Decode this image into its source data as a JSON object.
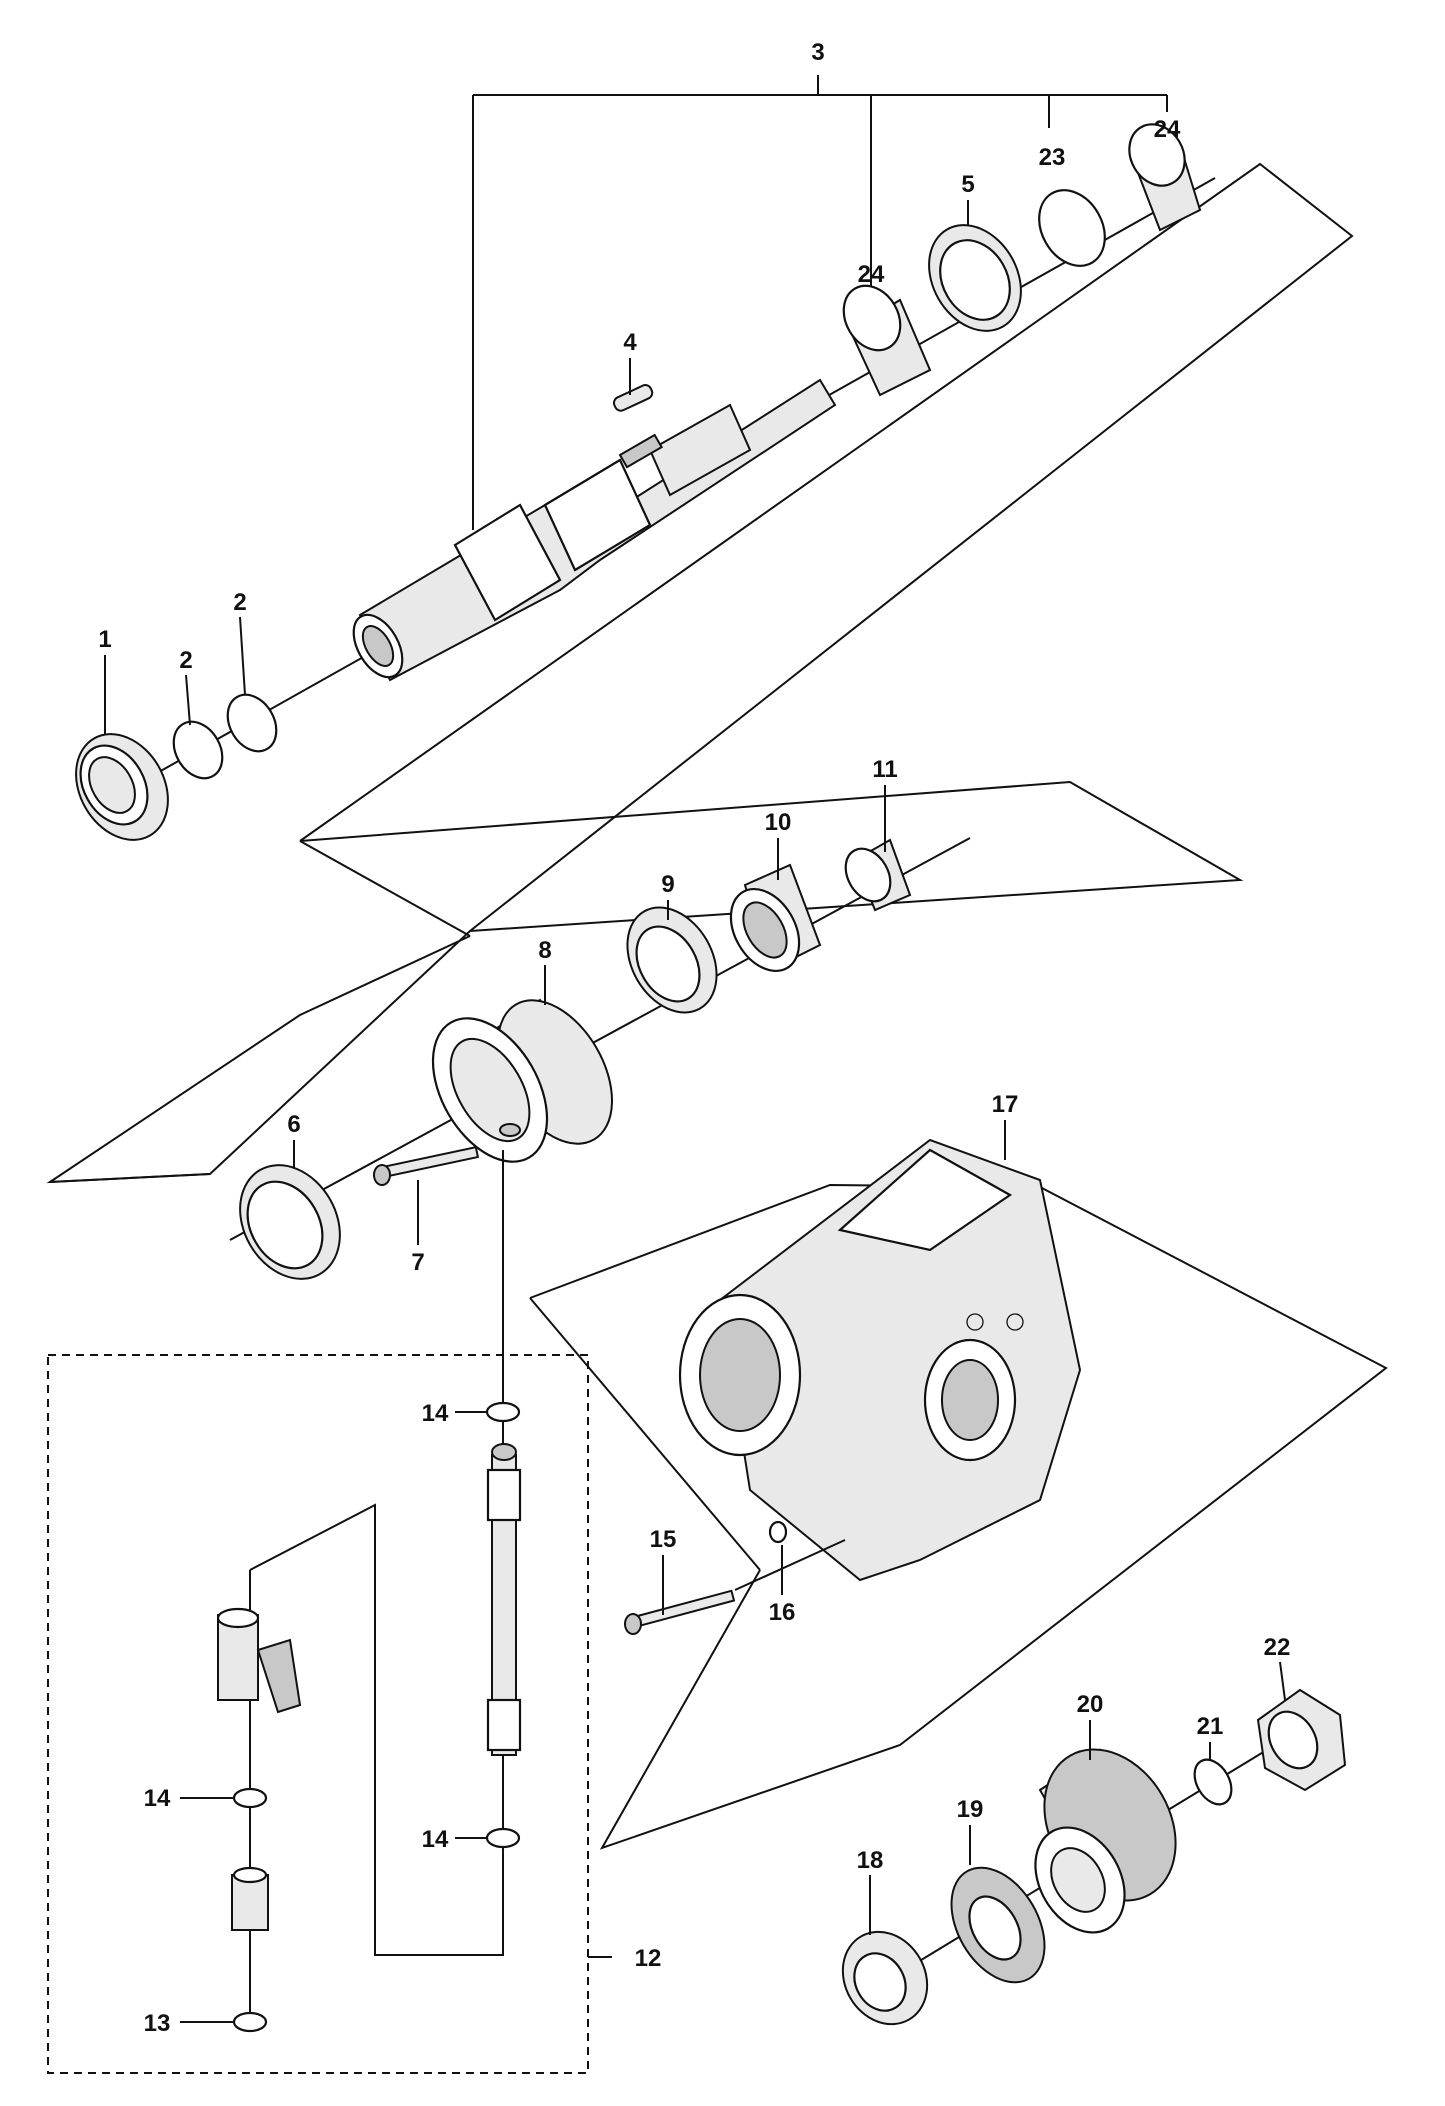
{
  "callouts": {
    "c1": "1",
    "c2a": "2",
    "c2b": "2",
    "c3": "3",
    "c4": "4",
    "c5": "5",
    "c6": "6",
    "c7": "7",
    "c8": "8",
    "c9": "9",
    "c10": "10",
    "c11": "11",
    "c12": "12",
    "c13": "13",
    "c14a": "14",
    "c14b": "14",
    "c14c": "14",
    "c14d": "14",
    "c15": "15",
    "c16": "16",
    "c17": "17",
    "c18": "18",
    "c19": "19",
    "c20": "20",
    "c21": "21",
    "c22": "22",
    "c23": "23",
    "c24a": "24",
    "c24b": "24"
  }
}
